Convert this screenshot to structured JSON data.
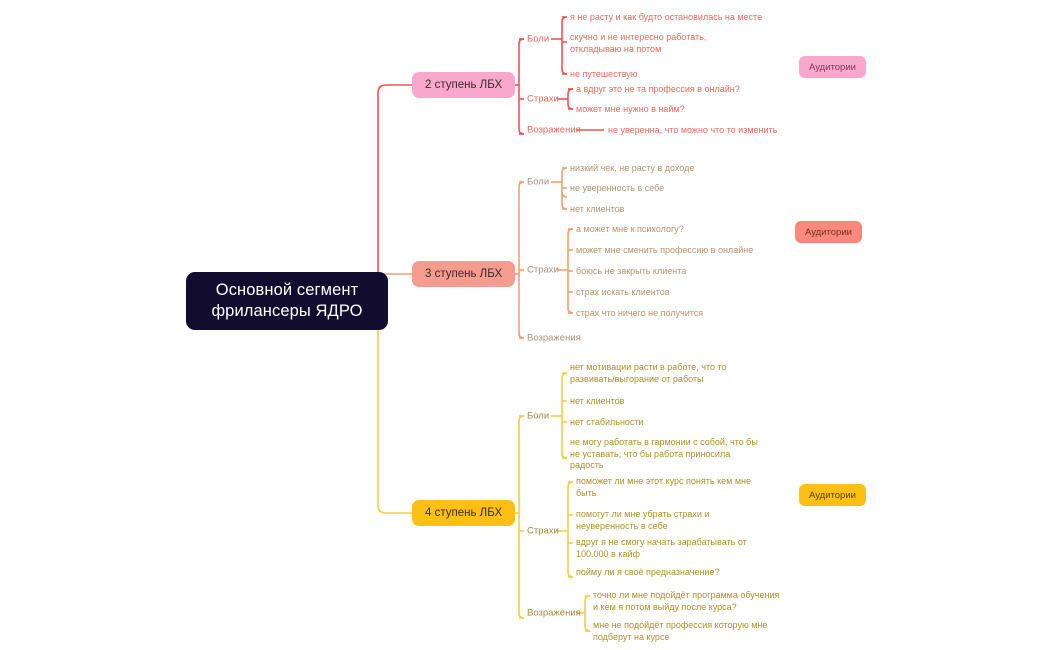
{
  "diagram": {
    "type": "mindmap",
    "title": "Основной сегмент фрилансеры ЯДРО",
    "root": {
      "line1": "Основной сегмент",
      "line2": "фрилансеры ЯДРО",
      "color": "#120d2e",
      "text_color": "#ffffff"
    },
    "audience_badge_label": "Аудитории",
    "branches": [
      {
        "label": "2 ступень ЛБХ",
        "color": "#f9a8cd",
        "line_color": "#ef5350",
        "text_color": "#e8685e",
        "audience_badge": "Аудитории",
        "categories": [
          {
            "name": "Боли",
            "items": [
              "я не расту и как будто остановилась на месте",
              "скучно и не интересно работать,\nоткладываю на потом",
              "не путешествую"
            ]
          },
          {
            "name": "Страхи",
            "items": [
              "а вдруг это не та профессия в онлайн?",
              "может мне нужно в найм?"
            ]
          },
          {
            "name": "Возражения",
            "items": [
              "не уверенна, что можно что то изменить"
            ]
          }
        ]
      },
      {
        "label": "3 ступень ЛБХ",
        "color": "#f59b8f",
        "line_color": "#f0a070",
        "text_color": "#b2936f",
        "audience_badge": "Аудитории",
        "categories": [
          {
            "name": "Боли",
            "items": [
              "низкий чек, не расту в доходе",
              "не уверенность в себе",
              "нет клиентов"
            ]
          },
          {
            "name": "Страхи",
            "items": [
              "а может мне к психологу?",
              "может мне сменить профессию в онлайне",
              "боюсь не закрыть клиента",
              "страх искать клиентов",
              "страх что ничего не получится"
            ]
          },
          {
            "name": "Возражения",
            "items": []
          }
        ]
      },
      {
        "label": "4 ступень ЛБХ",
        "color": "#fbc013",
        "line_color": "#f2cf45",
        "text_color": "#a99126",
        "audience_badge": "Аудитории",
        "categories": [
          {
            "name": "Боли",
            "items": [
              "нет мотивации расти в работе, что то\nразвивать/выгорание от работы",
              "нет клиентов",
              "нет стабильности",
              "не могу работать в гармонии с собой, что бы\nне уставать, что бы работа приносила\nрадость"
            ]
          },
          {
            "name": "Страхи",
            "items": [
              "поможет ли мне этот курс понять кем мне\nбыть",
              "помогут ли мне убрать страхи и\nнеуверенность в себе",
              "вдруг я не смогу начать зарабатывать от\n100.000 в кайф",
              "пойму ли я своё предназначение?"
            ]
          },
          {
            "name": "Возражения",
            "items": [
              "точно ли мне подойдёт программа обучения\nи кем я потом выйду после курса?",
              "мне не подойдёт профессия которую мне\nподберут на курсе"
            ]
          }
        ]
      }
    ]
  }
}
